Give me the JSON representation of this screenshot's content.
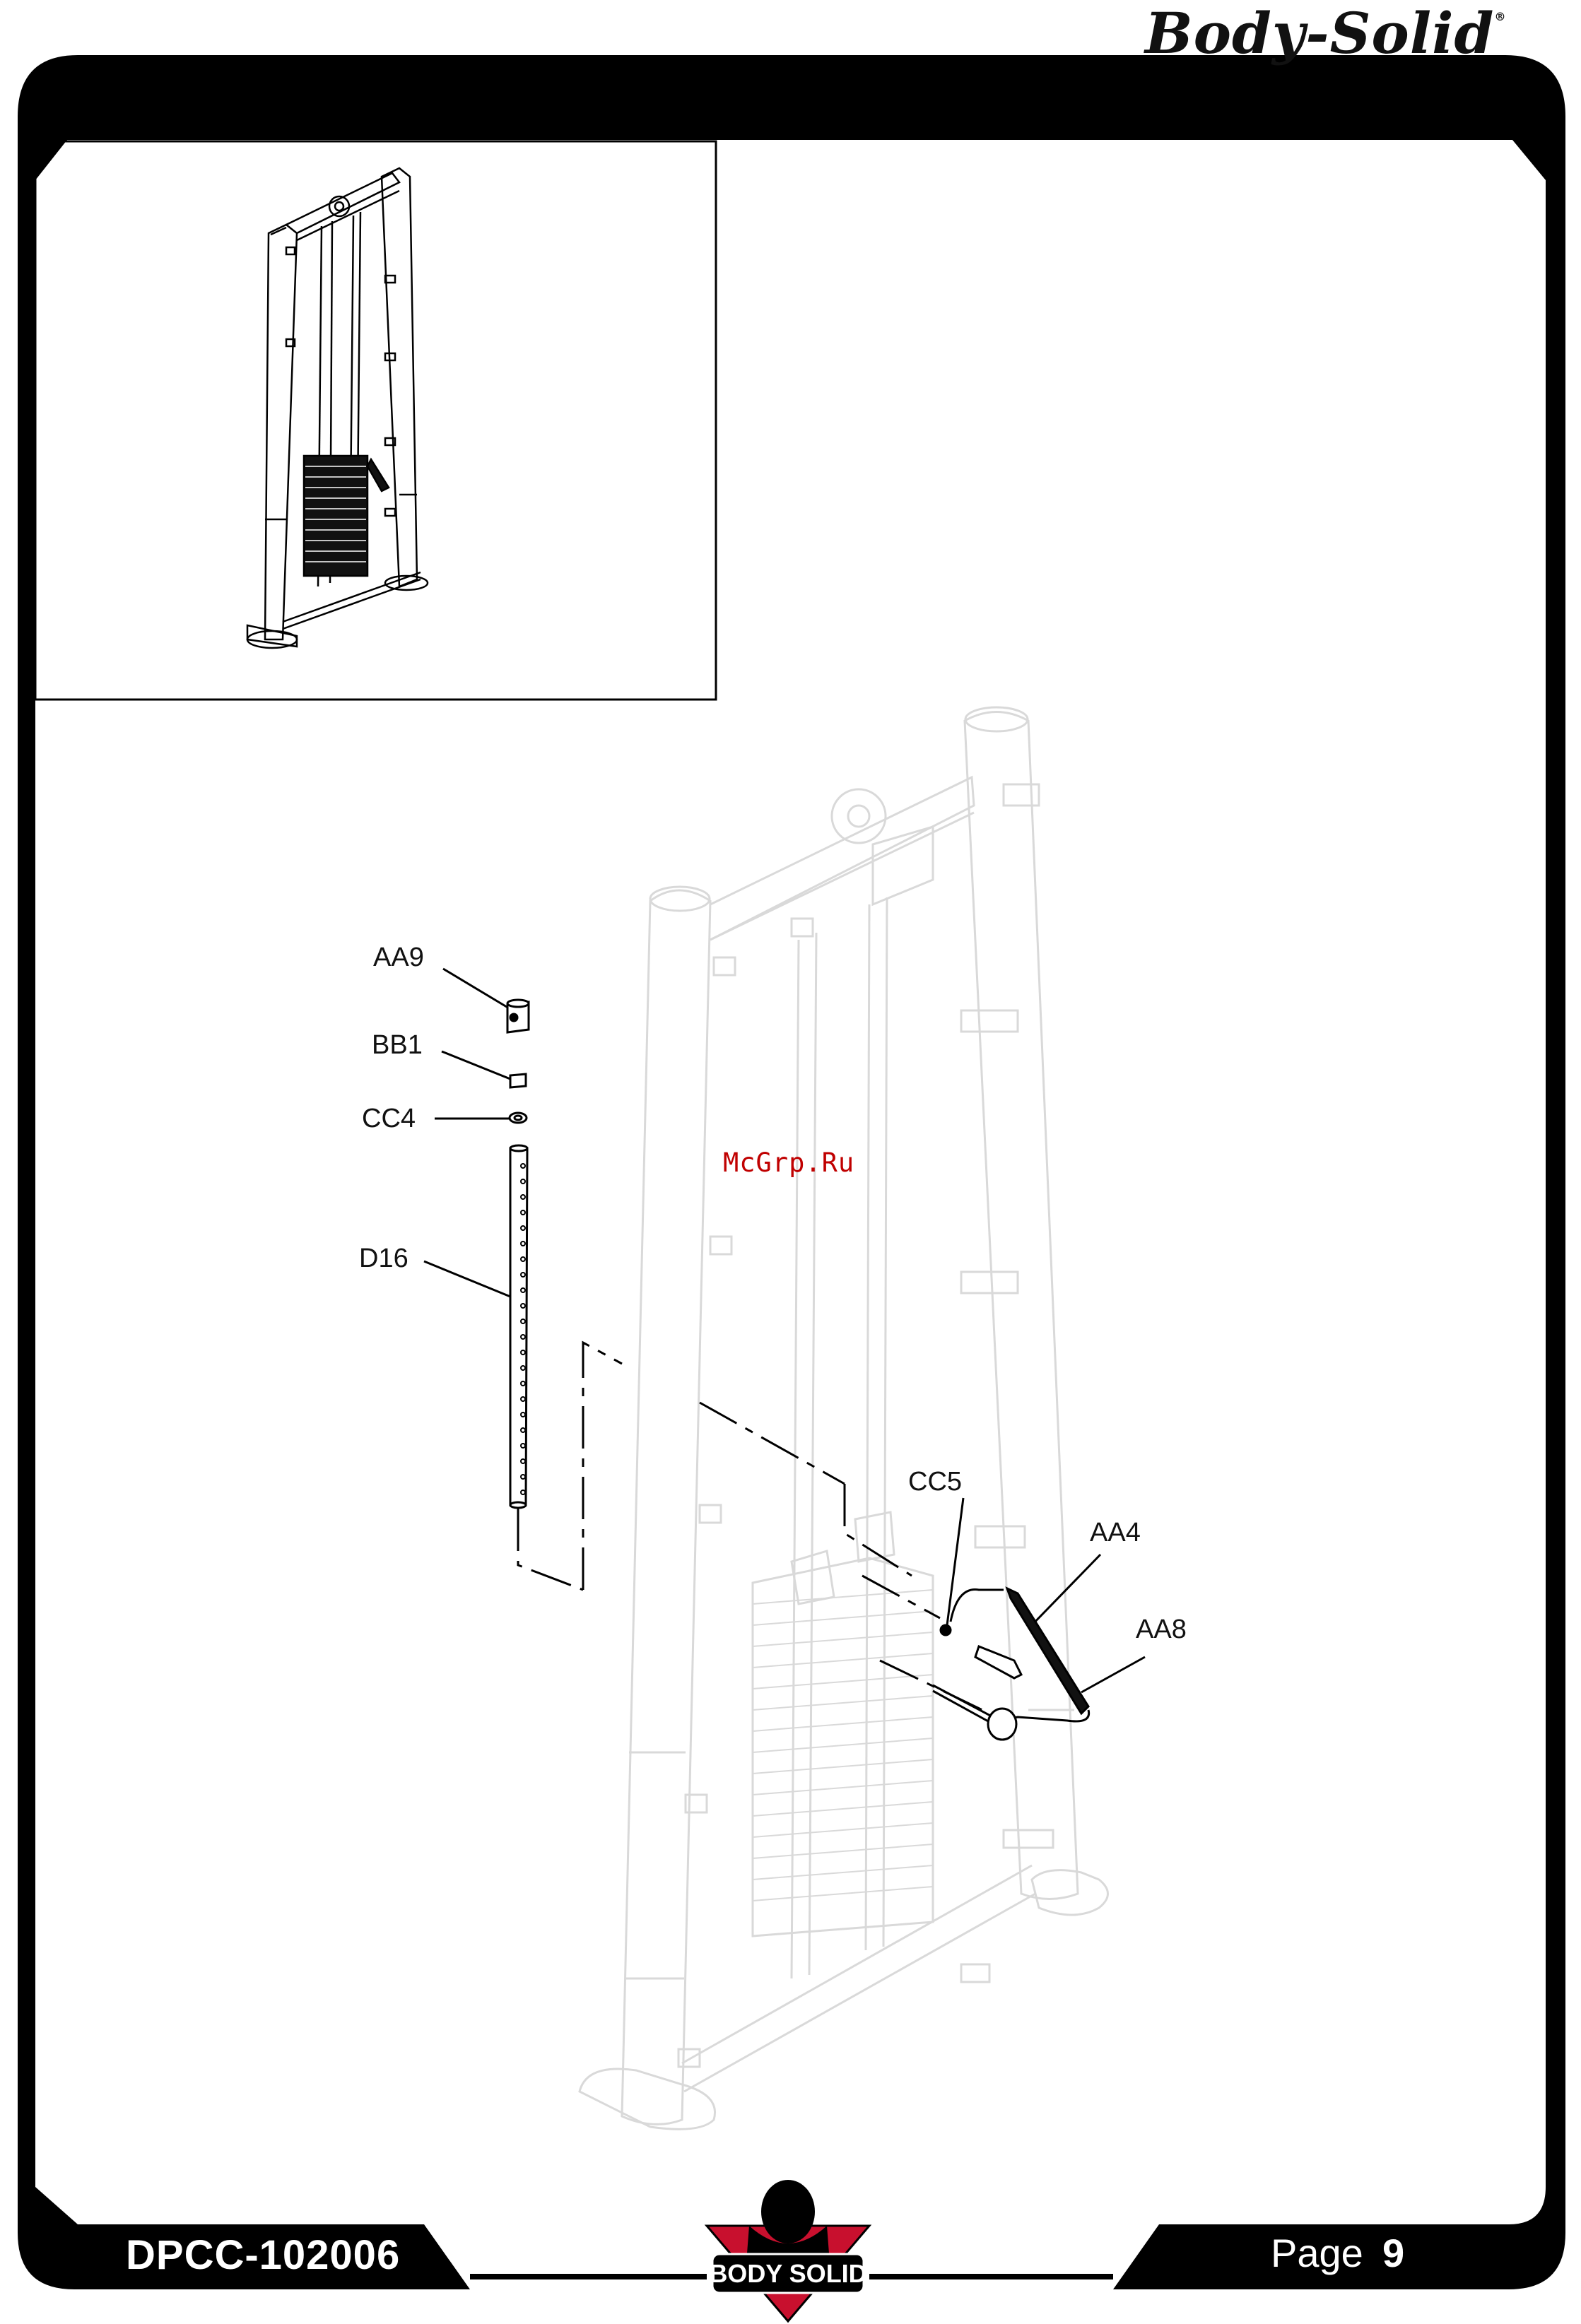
{
  "header": {
    "brand": "Body-Solid",
    "trademark": "®"
  },
  "callouts": [
    {
      "id": "AA9",
      "label": "AA9"
    },
    {
      "id": "BB1",
      "label": "BB1"
    },
    {
      "id": "CC4",
      "label": "CC4"
    },
    {
      "id": "D16",
      "label": "D16"
    },
    {
      "id": "CC5",
      "label": "CC5"
    },
    {
      "id": "AA4",
      "label": "AA4"
    },
    {
      "id": "AA8",
      "label": "AA8"
    }
  ],
  "watermark": "McGrp.Ru",
  "footer": {
    "model": "DPCC-102006",
    "page_label": "Page",
    "page_number": "9",
    "logo_text": "BODY SOLID"
  },
  "colors": {
    "frame": "#000000",
    "watermark": "#c00000",
    "logo_red": "#c8102e",
    "ghost_lines": "#d9d9d9"
  }
}
